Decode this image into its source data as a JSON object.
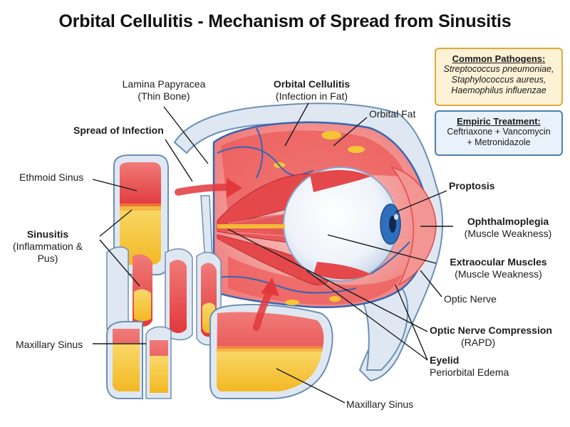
{
  "title": "Orbital Cellulitis - Mechanism of Spread from Sinusitis",
  "labels": {
    "lamina_line1": "Lamina Papyracea",
    "lamina_line2": "(Thin Bone)",
    "orbital_cellulitis_line1": "Orbital Cellulitis",
    "orbital_cellulitis_line2": "(Infection in Fat)",
    "orbital_fat": "Orbital Fat",
    "spread": "Spread of Infection",
    "ethmoid_sinus": "Ethmoid Sinus",
    "sinusitis_line1": "Sinusitis",
    "sinusitis_line2": "(Inflammation &",
    "sinusitis_line3": "Pus)",
    "maxillary_left": "Maxillary Sinus",
    "maxillary_bottom": "Maxillary Sinus",
    "proptosis": "Proptosis",
    "ophthalmoplegia_line1": "Ophthalmoplegia",
    "ophthalmoplegia_line2": "(Muscle Weakness)",
    "extraocular_line1": "Extraocular Muscles",
    "extraocular_line2": "(Muscle Weakness)",
    "optic_nerve": "Optic Nerve",
    "optic_compression_line1": "Optic Nerve Compression",
    "optic_compression_line2": "(RAPD)",
    "eyelid": "Eyelid",
    "periorbital": "Periorbital Edema"
  },
  "pathogens": {
    "heading": "Common Pathogens:",
    "items": [
      "Streptococcus pneumoniae,",
      "Staphylococcus aureus,",
      "Haemophilus influenzae"
    ]
  },
  "treatment": {
    "heading": "Empiric Treatment:",
    "line1": "Ceftriaxone + Vancomycin",
    "line2": "+ Metronidazole"
  },
  "colors": {
    "inflamed_red": "#e8474a",
    "pink_tissue": "#f6b3b0",
    "pus_yellow": "#f5c533",
    "bone": "#d9e4ef",
    "bone_outline": "#6d8fb3",
    "vessel_blue": "#3565b5",
    "iris_blue": "#2f6fbf",
    "pathogen_box_border": "#e3a93c",
    "treatment_box_border": "#4f7fb0"
  }
}
